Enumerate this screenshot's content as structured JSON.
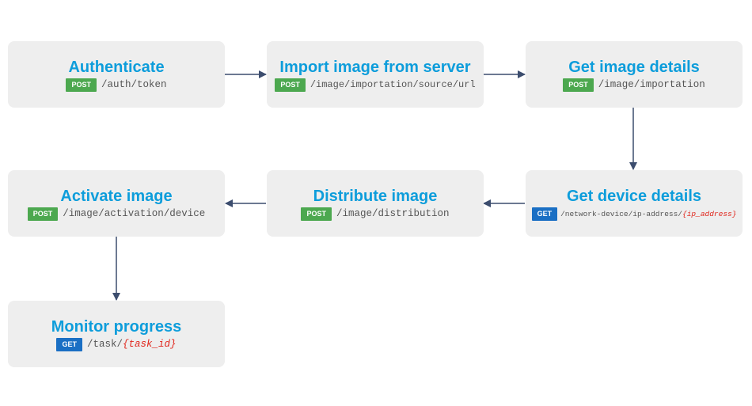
{
  "colors": {
    "title": "#0d9ddb",
    "post": "#4ca84f",
    "get": "#1a6fc4",
    "param": "#e0251b",
    "box": "#eeeeee",
    "arrow": "#3c4d6e"
  },
  "steps": [
    {
      "title": "Authenticate",
      "method": "POST",
      "path": "/auth/token",
      "param": ""
    },
    {
      "title": "Import image from server",
      "method": "POST",
      "path": "/image/importation/source/url",
      "param": ""
    },
    {
      "title": "Get image details",
      "method": "POST",
      "path": "/image/importation",
      "param": ""
    },
    {
      "title": "Get device details",
      "method": "GET",
      "path": "/network-device/ip-address/",
      "param": "{ip_address}"
    },
    {
      "title": "Distribute image",
      "method": "POST",
      "path": "/image/distribution",
      "param": ""
    },
    {
      "title": "Activate image",
      "method": "POST",
      "path": "/image/activation/device",
      "param": ""
    },
    {
      "title": "Monitor progress",
      "method": "GET",
      "path": "/task/",
      "param": "{task_id}"
    }
  ]
}
